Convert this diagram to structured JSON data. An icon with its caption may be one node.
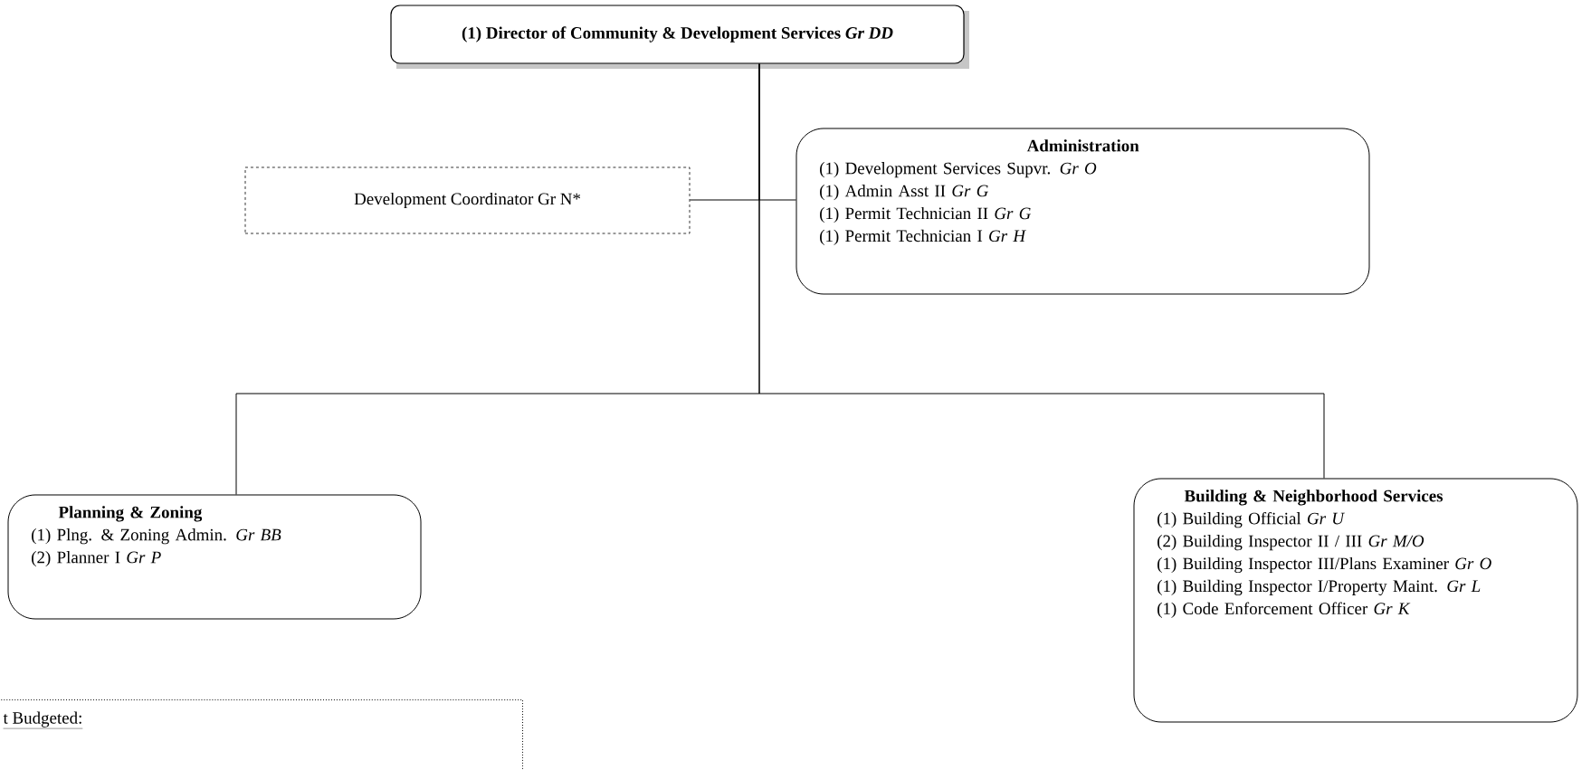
{
  "diagram": {
    "nodes": [
      {
        "text": [
          "(1) Director of Community & Development Services *Gr DD*"
        ]
      },
      {
        "text": [
          "Development Coordinator Gr N*"
        ]
      },
      {
        "text": [
          "Administration",
          "(1) Development Services Supvr. *Gr O*",
          "(1) Admin Asst II  *Gr G*",
          "(1) Permit Technician II *Gr G*",
          "(1) Permit Technician I *Gr H*"
        ]
      },
      {
        "text": [
          "Planning & Zoning",
          "(1) Plng. & Zoning Admin. *Gr BB*",
          "(2) Planner I *Gr P*"
        ]
      },
      {
        "text": [
          "Building & Neighborhood  Services",
          "(1) Building Official *Gr U*",
          "(2) Building Inspector II / III *Gr M/O*",
          "(1) Building Inspector III/Plans Examiner *Gr O*",
          "(1) Building Inspector I/Property Maint. *Gr L*",
          "(1) Code Enforcement Officer *Gr K*"
        ]
      },
      {
        "text": [
          "t Budgeted:"
        ]
      }
    ],
    "edges": [
      {
        "from": 0,
        "to": 1,
        "arrow": "none"
      },
      {
        "from": 0,
        "to": 2,
        "arrow": "none"
      },
      {
        "from": 0,
        "to": 3,
        "arrow": "none"
      },
      {
        "from": 0,
        "to": 4,
        "arrow": "none"
      }
    ]
  }
}
